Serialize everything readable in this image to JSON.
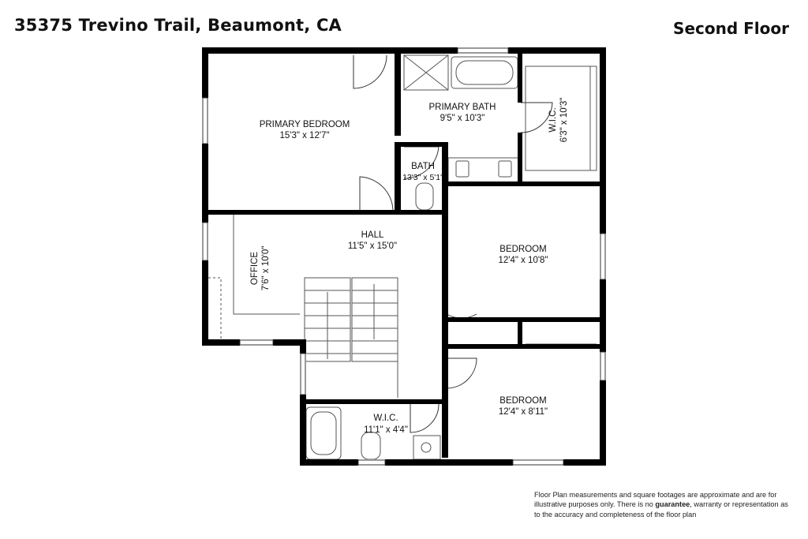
{
  "header": {
    "address": "35375 Trevino Trail, Beaumont, CA",
    "floor_label": "Second Floor"
  },
  "rooms": {
    "primary_bedroom": {
      "name": "PRIMARY BEDROOM",
      "dims": "15'3\" x 12'7\""
    },
    "primary_bath": {
      "name": "PRIMARY BATH",
      "dims": "9'5\" x 10'3\""
    },
    "wic_primary": {
      "name": "W.I.C.",
      "dims": "6'3\" x 10'3\""
    },
    "bath": {
      "name": "BATH",
      "dims": "13'3\" x 5'1\""
    },
    "hall": {
      "name": "HALL",
      "dims": "11'5\" x 15'0\""
    },
    "office": {
      "name": "OFFICE",
      "dims": "7'6\" x 10'0\""
    },
    "bedroom_upper": {
      "name": "BEDROOM",
      "dims": "12'4\" x 10'8\""
    },
    "bedroom_lower": {
      "name": "BEDROOM",
      "dims": "12'4\" x 8'11\""
    },
    "wic_lower": {
      "name": "W.I.C.",
      "dims": "11'1\" x 4'4\""
    }
  },
  "disclaimer": {
    "part1": "Floor Plan measurements and square footages are approximate and are for illustrative purposes only. There is no ",
    "bold": "guarantee",
    "part2": ", warranty or representation as to the accuracy and completeness of the floor plan"
  },
  "colors": {
    "wall": "#000000",
    "fixture": "#555555",
    "background": "#ffffff"
  }
}
